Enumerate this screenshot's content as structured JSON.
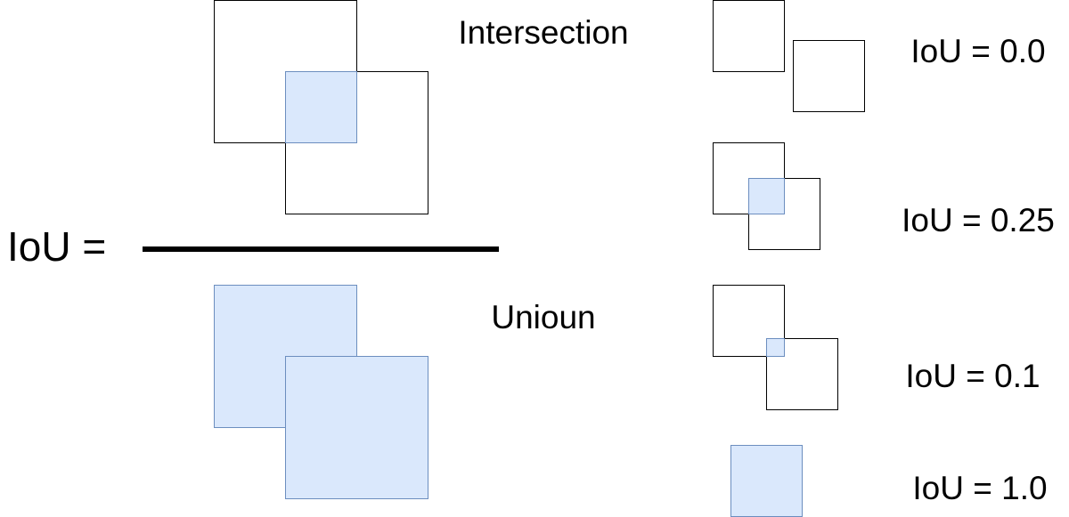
{
  "formula": {
    "lhs": "IoU =",
    "numerator_label": "Intersection",
    "denominator_label": "Unioun"
  },
  "examples": [
    {
      "label": "IoU = 0.0"
    },
    {
      "label": "IoU = 0.25"
    },
    {
      "label": "IoU = 0.1"
    },
    {
      "label": "IoU = 1.0"
    }
  ],
  "colors": {
    "fill": "#dae8fc",
    "fill_stroke": "#6c8ebf",
    "stroke": "#000000"
  }
}
